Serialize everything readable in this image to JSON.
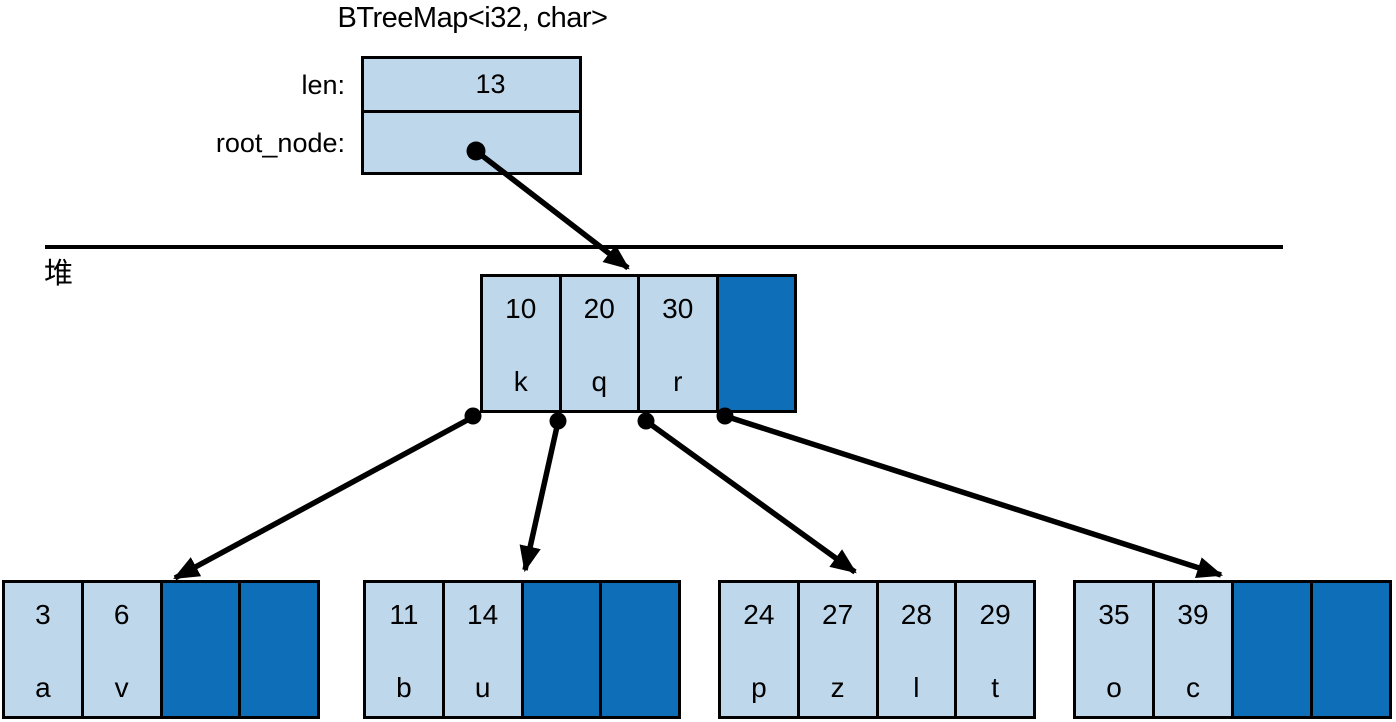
{
  "title": "BTreeMap<i32, char>",
  "struct": {
    "len_label": "len:",
    "len_value": "13",
    "root_label": "root_node:"
  },
  "heap_label": "堆",
  "colors": {
    "cell_occupied": "#bed7eb",
    "cell_empty": "#0e6fb8",
    "line": "#000000"
  },
  "root": {
    "cells": [
      {
        "key": "10",
        "value": "k"
      },
      {
        "key": "20",
        "value": "q"
      },
      {
        "key": "30",
        "value": "r"
      },
      {
        "key": "",
        "value": ""
      }
    ]
  },
  "children": [
    {
      "cells": [
        {
          "key": "3",
          "value": "a"
        },
        {
          "key": "6",
          "value": "v"
        },
        {
          "key": "",
          "value": ""
        },
        {
          "key": "",
          "value": ""
        }
      ]
    },
    {
      "cells": [
        {
          "key": "11",
          "value": "b"
        },
        {
          "key": "14",
          "value": "u"
        },
        {
          "key": "",
          "value": ""
        },
        {
          "key": "",
          "value": ""
        }
      ]
    },
    {
      "cells": [
        {
          "key": "24",
          "value": "p"
        },
        {
          "key": "27",
          "value": "z"
        },
        {
          "key": "28",
          "value": "l"
        },
        {
          "key": "29",
          "value": "t"
        }
      ]
    },
    {
      "cells": [
        {
          "key": "35",
          "value": "o"
        },
        {
          "key": "39",
          "value": "c"
        },
        {
          "key": "",
          "value": ""
        },
        {
          "key": "",
          "value": ""
        }
      ]
    }
  ]
}
